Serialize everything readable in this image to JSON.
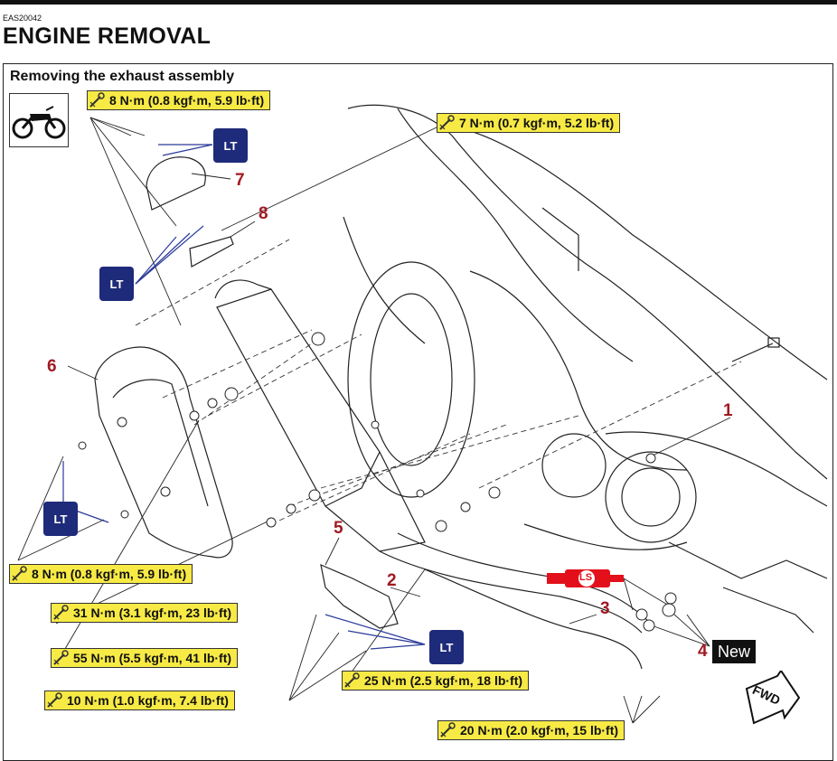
{
  "header": {
    "code": "EAS20042",
    "title": "ENGINE REMOVAL"
  },
  "section": {
    "subtitle": "Removing the exhaust assembly"
  },
  "torque_specs": [
    {
      "id": "t1",
      "text": "8 N·m (0.8 kgf·m, 5.9 lb·ft)"
    },
    {
      "id": "t2",
      "text": "7 N·m (0.7 kgf·m, 5.2 lb·ft)"
    },
    {
      "id": "t3",
      "text": "8 N·m (0.8 kgf·m, 5.9 lb·ft)"
    },
    {
      "id": "t4",
      "text": "31 N·m (3.1 kgf·m, 23 lb·ft)"
    },
    {
      "id": "t5",
      "text": "55 N·m (5.5 kgf·m, 41 lb·ft)"
    },
    {
      "id": "t6",
      "text": "10 N·m (1.0 kgf·m, 7.4 lb·ft)"
    },
    {
      "id": "t7",
      "text": "25 N·m (2.5 kgf·m, 18 lb·ft)"
    },
    {
      "id": "t8",
      "text": "20 N·m (2.0 kgf·m, 15 lb·ft)"
    }
  ],
  "part_numbers": [
    "1",
    "2",
    "3",
    "4",
    "5",
    "6",
    "7",
    "8"
  ],
  "symbols": {
    "lt": "LT",
    "ls": "LS",
    "new": "New",
    "fwd": "FWD"
  },
  "colors": {
    "torque_bg": "#f7ea45",
    "badge_blue": "#1e2a7a",
    "callout_red": "#a01a22",
    "ls_red": "#e3101b"
  }
}
